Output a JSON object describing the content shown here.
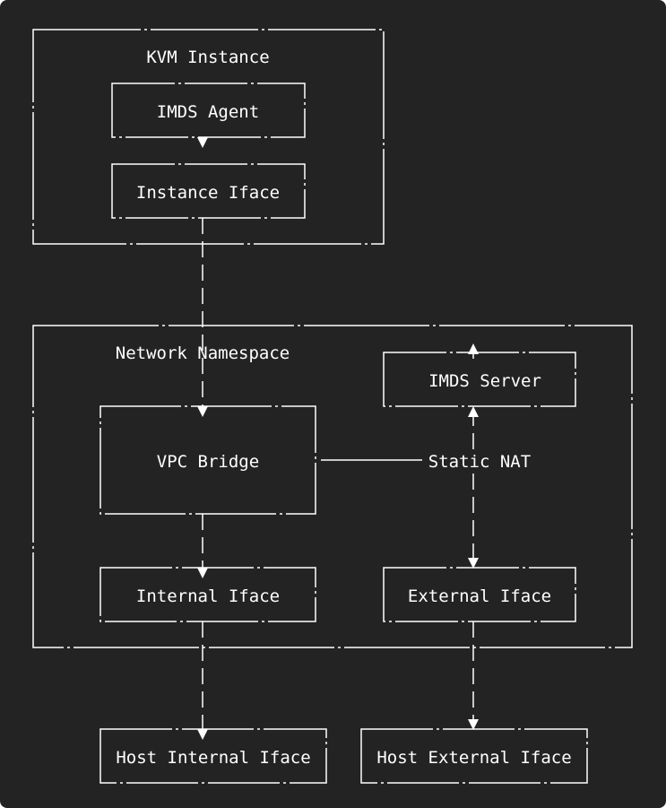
{
  "diagram": {
    "background": "#232323",
    "stroke": "#ffffff",
    "groups": {
      "kvm_instance": "KVM Instance",
      "network_namespace": "Network Namespace"
    },
    "nodes": {
      "imds_agent": "IMDS Agent",
      "instance_iface": "Instance Iface",
      "imds_server": "IMDS Server",
      "vpc_bridge": "VPC Bridge",
      "static_nat": "Static NAT",
      "internal_iface": "Internal Iface",
      "external_iface": "External Iface",
      "host_internal_iface": "Host Internal Iface",
      "host_external_iface": "Host External Iface"
    }
  }
}
